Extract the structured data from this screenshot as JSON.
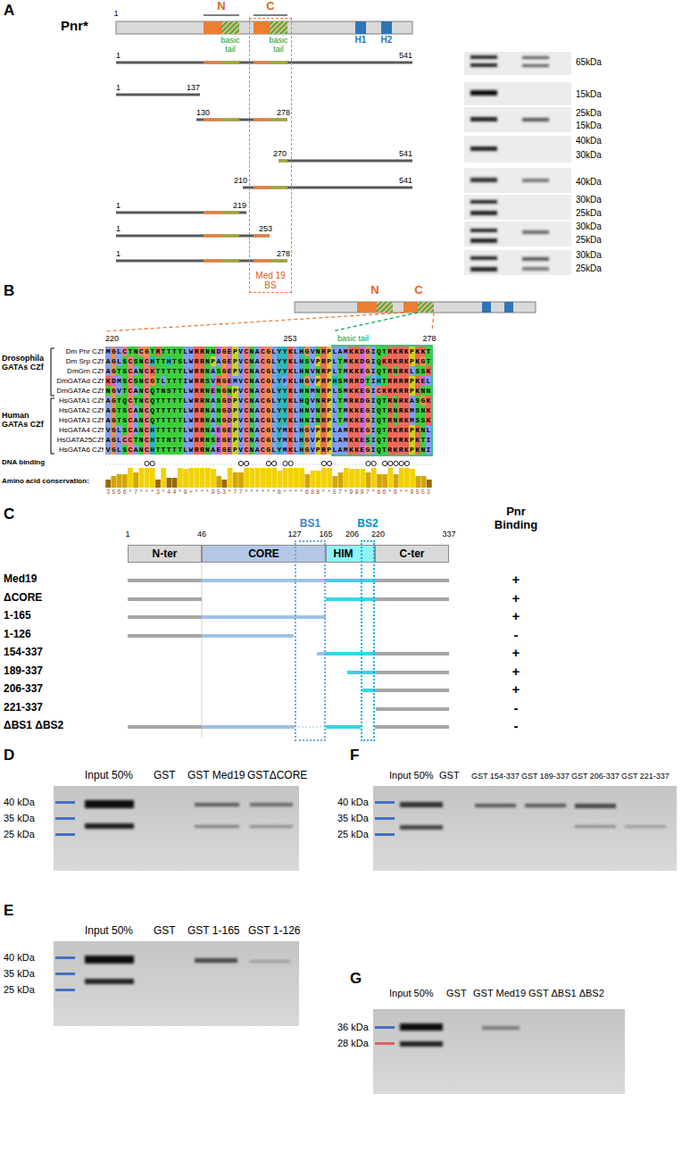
{
  "diagram": {
    "nodes": [
      {
        "text": [
          "Med 19 BS"
        ]
      },
      {
        "text": [
          "H1"
        ]
      },
      {
        "text": [
          "H2"
        ]
      },
      {
        "text": [
          "N-ter"
        ]
      },
      {
        "text": [
          "CORE"
        ]
      },
      {
        "text": [
          "HIM"
        ]
      },
      {
        "text": [
          "C-ter"
        ]
      },
      {
        "text": [
          "BS1"
        ]
      },
      {
        "text": [
          "BS2"
        ]
      }
    ],
    "labels": [
      "A",
      "Pnr*",
      "N",
      "C",
      "basic tail",
      "basic tail",
      "1",
      "1",
      "541",
      "1",
      "137",
      "130",
      "278",
      "270",
      "541",
      "210",
      "541",
      "1",
      "219",
      "1",
      "253",
      "1",
      "278",
      "65kDa",
      "15kDa",
      "25kDa",
      "15kDa",
      "40kDa",
      "30kDa",
      "40kDa",
      "30kDa",
      "25kDa",
      "30kDa",
      "25kDa",
      "30kDa",
      "25kDa",
      "B",
      "N",
      "C",
      "220",
      "253",
      "278",
      "basic tail",
      "Drosophila",
      "GATAs CZf",
      "Human",
      "GATAs CZf",
      "Dm Pnr CZf",
      "Dm Srp CZf",
      "DmGrn CZf",
      "DmGATAd CZf",
      "DmGATAe CZf",
      "HsGATA1 CZf",
      "HsGATA2 CZf",
      "HsGATA3 CZf",
      "HsGATA4 CZf",
      "HsGATA25CZf",
      "HsGATA6 CZf",
      "MGLCTNCGTRTTTTLWRRNNDGEPVCNACGLYYKLHGVNRPLAMKKDGIQTRKRKPKKT",
      "AGLSCSNCHTTHTSLWRRNPAGEPVCNACGLYYKLHSVPRPLTMKKDGIQKRKRKPKGT",
      "AGTSCANCKTTTTTLWRRNASGEPVCNACGLYYKLHNVNRPLTMKKEGIQTRNRKLSSK",
      "KDMSCSNCGTLTTTIWRRSVRGEMVCNACGLYFKLHGVPRPHSMRRDTIHTRRRRPKEL",
      "NGVTCANCQTNSTTLWRRNENGNPVCNACGLYYKLHNMNRPLSMKKEGICKRKRRPKNN",
      "AGTQCTNCQTTTTTLWRRNASGDPVCNACGLYYKLHQVNRPLTMRKDGIQTRNRKASGK",
      "AGTSCANCQTTTTTLWRRNANGDPVCNACGLYYKLHNVNRPLTMKKEGIQTRNRKMSNK",
      "AGTSCANCQTTTTTLWRRNANGDPVCNACGLYYKLHNINRPLTMKKEGIQTRNRKMSSK",
      "VGLSCANCHTTTTTLWRRNAEGEPVCNACGLYMKLHGVPRPLAMRKEGIQTRKRKPKNL",
      "AGLCCTNCHTTNTTLWRRNSEGEPVCNACGLYMKLHGVPRPLAMKKESIQTRKRKPKTI",
      "VGLSCANCHTTTTTLWRRNAEGEPVCNACGLYMKLHGVPRPLAMKKEGIQTRKRKPKNI",
      "DNA binding",
      "Amino acid conservation:",
      "3566*7***3*44*9+***953*77******8****688**57*9997*66*6**9553",
      "C",
      "1",
      "46",
      "127",
      "165",
      "206",
      "220",
      "337",
      "Pnr Binding",
      "Med19",
      "+",
      "ΔCORE",
      "+",
      "1-165",
      "+",
      "1-126",
      "-",
      "154-337",
      "+",
      "189-337",
      "+",
      "206-337",
      "+",
      "221-337",
      "-",
      "ΔBS1 ΔBS2",
      "-",
      "D",
      "Input 50%",
      "GST",
      "GST Med19",
      "GSTΔCORE",
      "40 kDa",
      "35 kDa",
      "25 kDa",
      "E",
      "Input 50%",
      "GST",
      "GST 1-165",
      "GST 1-126",
      "40 kDa",
      "35 kDa",
      "25 kDa",
      "F",
      "Input 50%",
      "GST",
      "GST 154-337",
      "GST 189-337",
      "GST 206-337",
      "GST 221-337",
      "40 kDa",
      "35 kDa",
      "25 kDa",
      "G",
      "Input 50%",
      "GST",
      "GST Med19",
      "GST ΔBS1 ΔBS2",
      "36 kDa",
      "28 kDa"
    ]
  }
}
